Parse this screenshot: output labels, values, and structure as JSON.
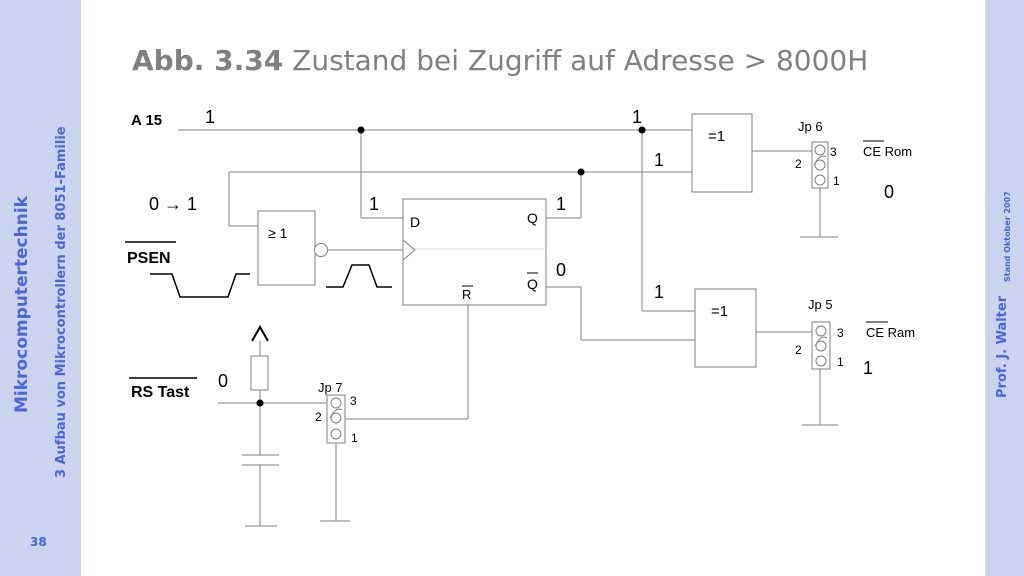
{
  "sidebar": {
    "course_title": "Mikrocomputertechnik",
    "chapter": "3 Aufbau von Mikrocontrollern der 8051-Familie",
    "page_number": "38"
  },
  "right_sidebar": {
    "author": "Prof. J. Walter",
    "date": "Stand Oktober 2007"
  },
  "slide": {
    "figure_label": "Abb. 3.34",
    "figure_title": "Zustand bei Zugriff auf Adresse > 8000H"
  },
  "diagram": {
    "signals": {
      "a15": "A 15",
      "psen": "PSEN",
      "rs_tast": "RS Tast"
    },
    "gates": {
      "nor_gate": "≥ 1",
      "xor_top": "=1",
      "xor_bottom": "=1"
    },
    "flipflop": {
      "d": "D",
      "q": "Q",
      "q_bar": "Q",
      "r_bar": "R"
    },
    "jumpers": {
      "jp6": "Jp 6",
      "jp5": "Jp 5",
      "jp7": "Jp 7",
      "pin1": "1",
      "pin2": "2",
      "pin3": "3"
    },
    "outputs": {
      "ce_rom": "CE Rom",
      "ce_ram": "CE Ram"
    },
    "logic_levels": {
      "a15_value": "1",
      "a15_node_value": "1",
      "xor_top_in2": "1",
      "psen_transition": "0 → 1",
      "d_input": "1",
      "q_output": "1",
      "qbar_output": "0",
      "xor_bottom_in1": "1",
      "rs_value": "0",
      "ce_rom_value": "0",
      "ce_ram_value": "1"
    }
  }
}
